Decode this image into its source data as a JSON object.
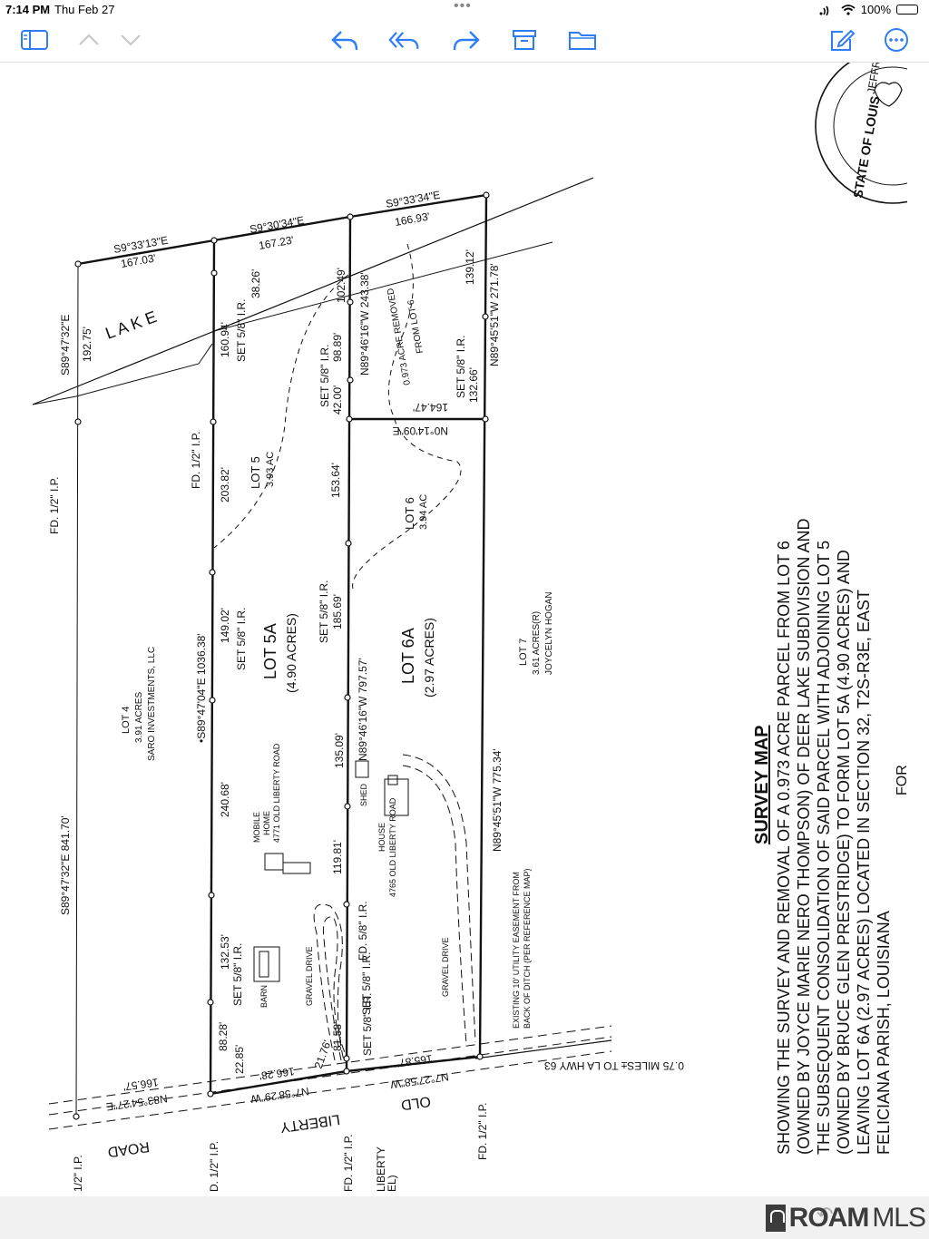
{
  "status": {
    "time": "7:14 PM",
    "date": "Thu Feb 27",
    "battery": "100%"
  },
  "toolbar": {
    "icons": [
      "sidebar-icon",
      "chevron-up-icon",
      "chevron-down-icon",
      "reply-icon",
      "reply-all-icon",
      "forward-icon",
      "archive-icon",
      "folder-icon",
      "compose-icon",
      "more-icon"
    ]
  },
  "map": {
    "title": "SURVEY MAP",
    "description": [
      "SHOWING THE SURVEY AND REMOVAL OF A 0.973 ACRE PARCEL FROM LOT 6",
      "(OWNED BY JOYCE MARIE NERO THOMPSON) OF DEER LAKE SUBDIVISION AND",
      "THE SUBSEQUENT CONSOLIDATION OF SAID PARCEL WITH ADJOINING LOT 5",
      "(OWNED BY BRUCE GLEN PRESTRIDGE) TO FORM LOT 5A (4.90 ACRES) AND",
      "LEAVING LOT 6A (2.97 ACRES) LOCATED IN SECTION 32, T2S-R3E, EAST",
      "FELICIANA PARISH, LOUISIANA"
    ],
    "for_label": "FOR",
    "seal": {
      "line1": "STATE OF LOUIS",
      "line2": "JEFFREY M. MC"
    },
    "lake": "L A K E",
    "road": {
      "name": "ROAD",
      "liberty": "LIBERTY",
      "old": "OLD",
      "to_hwy": "0.75 MILES± TO LA HWY 63",
      "bearing1": "N83°54'27\"E",
      "dist1": "166.57'",
      "bearing2": "N7°58'29\"W",
      "dist2": "166.28'",
      "bearing3": "N7°27'58\"W",
      "dist3": "165.87'"
    },
    "lots": {
      "lot5a": {
        "name": "LOT 5A",
        "acres": "(4.90 ACRES)"
      },
      "lot6a": {
        "name": "LOT 6A",
        "acres": "(2.97 ACRES)"
      },
      "lot5": {
        "name": "LOT 5",
        "acres": "3.93 AC"
      },
      "lot6": {
        "name": "LOT 6",
        "acres": "3.94 AC"
      },
      "lot4": {
        "name": "LOT 4",
        "acres": "3.91 ACRES",
        "owner": "SARO INVESTMENTS, LLC"
      },
      "lot7": {
        "name": "LOT 7",
        "acres": "3.61 ACRES(R)",
        "owner": "JOYCELYN HOGAN"
      },
      "removed": {
        "line1": "0.973 ACRE REMOVED",
        "line2": "FROM LOT 6"
      }
    },
    "structures": {
      "mobile_home": {
        "line1": "MOBILE",
        "line2": "HOME",
        "line3": "4771 OLD LIBERTY ROAD"
      },
      "house": {
        "line1": "HOUSE",
        "line2": "4765 OLD LIBERTY ROAD"
      },
      "shed": "SHED",
      "barn": "BARN",
      "gravel1": "GRAVEL DRIVE",
      "gravel2": "GRAVEL DRIVE",
      "easement1": "EXISTING 10' UTILITY EASEMENT FROM",
      "easement2": "BACK OF DITCH (PER REFERENCE MAP)"
    },
    "bearings": {
      "north1": "S9°33'13\"E",
      "north1d": "167.03'",
      "north2": "S9°30'34\"E",
      "north2d": "167.23'",
      "north3": "S9°33'34\"E",
      "north3d": "166.93'",
      "west_line": "S89°47'32\"E",
      "west_total": "S89°47'32\"E 841.70'",
      "west_192": "192.75'",
      "lot5_line": "•S89°47'04\"E 1036.38'",
      "mid_line": "N89°46'16\"W 797.57'",
      "mid_top": "N89°46'16\"W 243.38'",
      "east_line": "N89°45'51\"W 775.34'",
      "east_top": "N89°45'51\"W 271.78'",
      "cross": "N0°14'09\"E",
      "cross_d": "164.47'"
    },
    "distances": {
      "d160": "160.94'",
      "d38": "38.26'",
      "d203": "203.82'",
      "d149": "149.02'",
      "d240": "240.68'",
      "d132a": "132.53'",
      "d88": "88.28'",
      "d22": "22.85'",
      "d102": "102.49'",
      "d98": "98.89'",
      "d42": "42.00'",
      "d153": "153.64'",
      "d185": "185.69'",
      "d135": "135.09'",
      "d119": "119.81'",
      "d81": "81.58'",
      "d21": "21.76'",
      "d139": "139.12'",
      "d132b": "132.66'"
    },
    "markers": {
      "fd_half": "FD. 1/2\" I.P.",
      "set_58": "SET 5/8\" I.R.",
      "fd_58": "FD. 5/8\" I.R.",
      "half_ip": "1/2\" I.P.",
      "d_half": "D. 1/2\" I.P.",
      "liberty_el": "LIBERTY",
      "el": "EL)"
    }
  },
  "footer": {
    "brand": "ROAM",
    "brand2": "MLS"
  }
}
